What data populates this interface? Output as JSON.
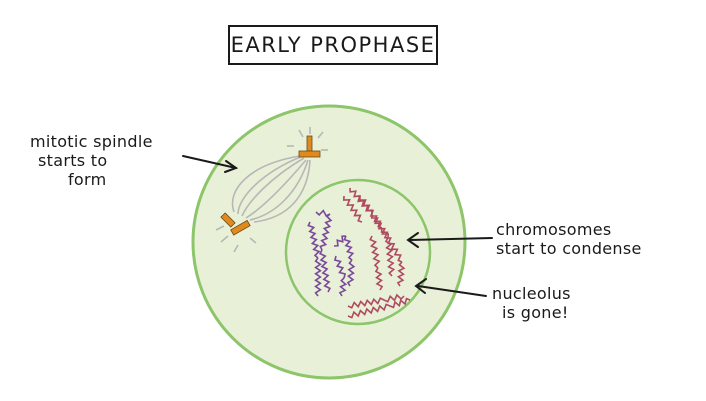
{
  "title": "EARLY PROPHASE",
  "labels": {
    "spindle": [
      "mitotic spindle",
      "starts to",
      "form"
    ],
    "chromosomes": [
      "chromosomes",
      "start to condense"
    ],
    "nucleolus": [
      "nucleolus",
      "is gone!"
    ]
  },
  "colors": {
    "cytoplasm_fill": "#e8f0d8",
    "membrane": "#8cc56a",
    "spindle_fibers": "#b7b7b7",
    "centrosome": "#e08a1e",
    "chromosome_red": "#b04a60",
    "chromosome_purple": "#7a4a9a",
    "ink": "#1a1a1a"
  }
}
